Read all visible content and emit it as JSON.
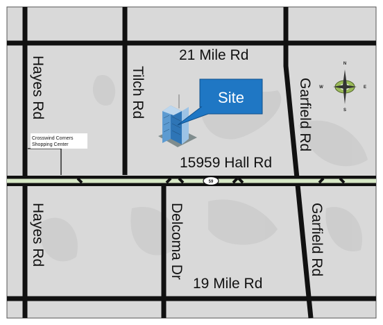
{
  "map": {
    "roads": {
      "mile21": "21 Mile Rd",
      "hall": "15959 Hall Rd",
      "mile19": "19 Mile Rd",
      "hayes_north": "Hayes Rd",
      "hayes_south": "Hayes Rd",
      "tilch": "Tilch Rd",
      "garfield_north": "Garfield Rd",
      "garfield_south": "Garfield Rd",
      "delcoma": "Delcoma Dr"
    },
    "shopping_center": {
      "line1": "Crosswind Corners",
      "line2": "Shopping Center"
    },
    "site_label": "Site",
    "highway_shield": "59",
    "compass": {
      "n": "N",
      "s": "S",
      "e": "E",
      "w": "W"
    },
    "colors": {
      "background": "#d9d9d9",
      "road": "#111111",
      "highway_fill": "#d7e8c6",
      "callout": "#1f77c4",
      "compass_green": "#9bbb59"
    }
  }
}
